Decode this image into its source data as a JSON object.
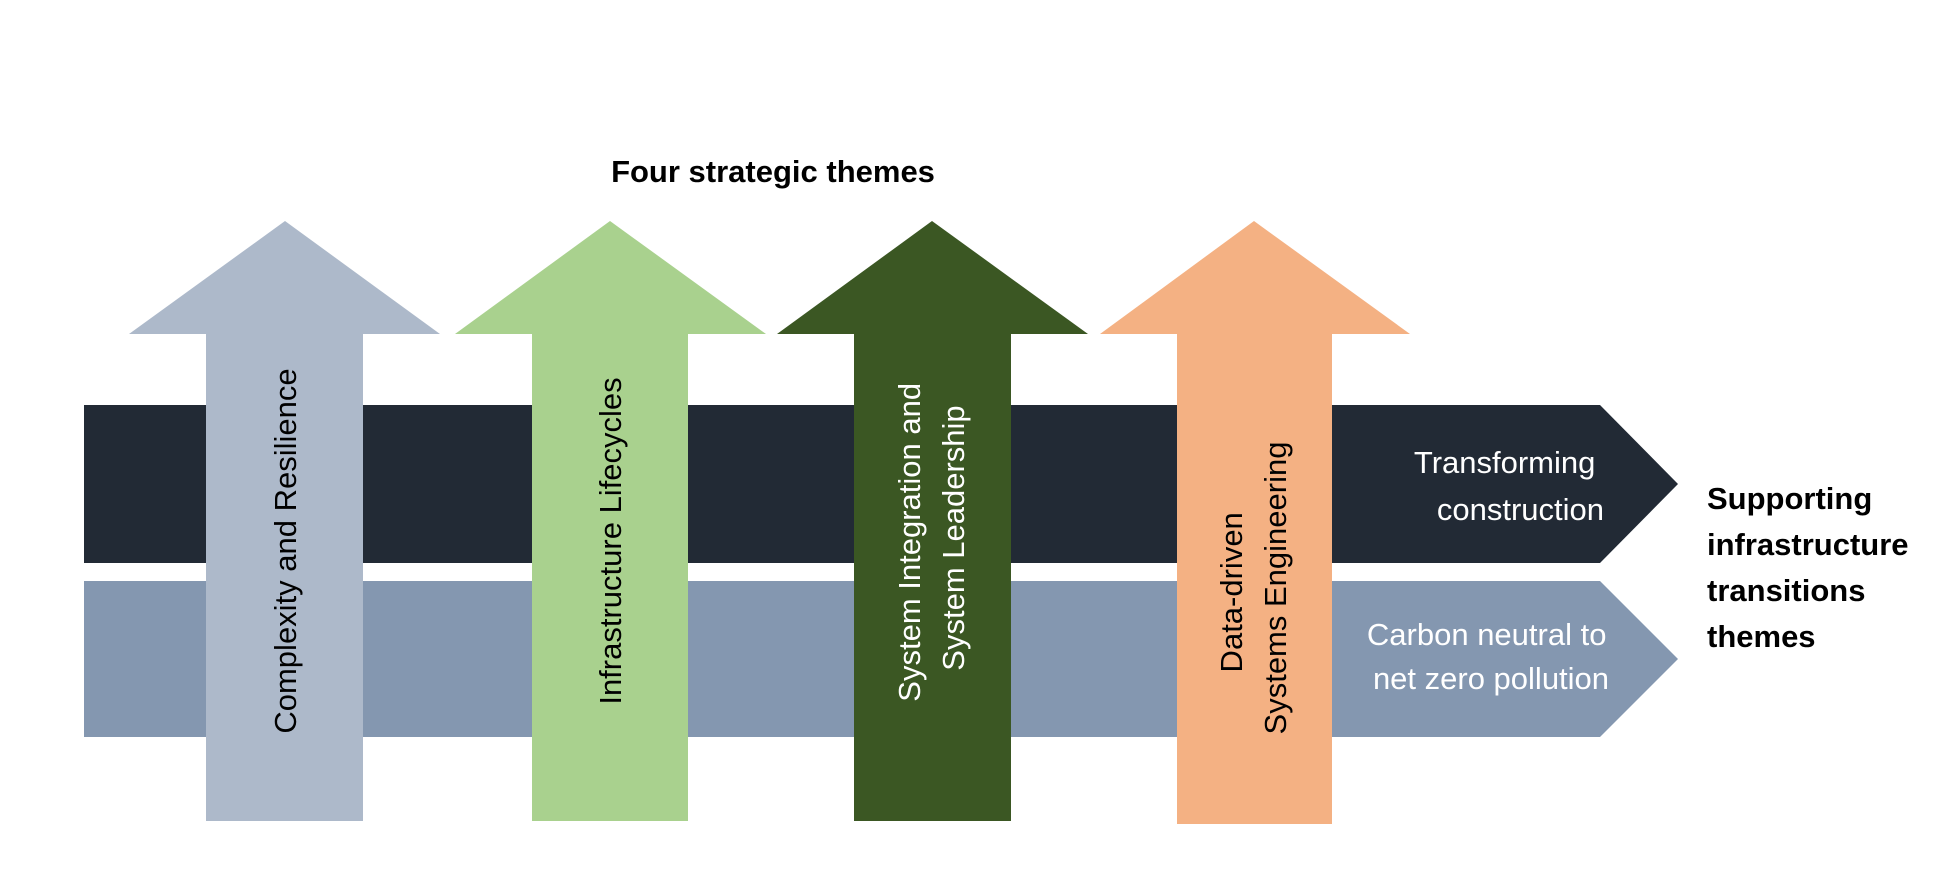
{
  "title": "Four strategic themes",
  "colors": {
    "background": "#ffffff",
    "band_dark": "#222a35",
    "band_light": "#8497b0",
    "text_dark": "#000000",
    "text_light": "#ffffff"
  },
  "bands": [
    {
      "lines": [
        "Transforming",
        "construction"
      ],
      "color": "#222a35",
      "text_color": "#ffffff"
    },
    {
      "lines": [
        "Carbon neutral to",
        "net zero pollution"
      ],
      "color": "#8497b0",
      "text_color": "#ffffff"
    }
  ],
  "arrows": [
    {
      "lines": [
        "Complexity and Resilience"
      ],
      "color": "#adb9ca",
      "text_color": "#000000"
    },
    {
      "lines": [
        "Infrastructure Lifecycles"
      ],
      "color": "#a9d18e",
      "text_color": "#000000"
    },
    {
      "lines": [
        "System Integration and",
        "System Leadership"
      ],
      "color": "#3b5723",
      "text_color": "#ffffff"
    },
    {
      "lines": [
        "Data-driven",
        "Systems Engineering"
      ],
      "color": "#f4b183",
      "text_color": "#000000"
    }
  ],
  "side_label": {
    "lines": [
      "Supporting",
      "infrastructure",
      "transitions",
      "themes"
    ]
  }
}
